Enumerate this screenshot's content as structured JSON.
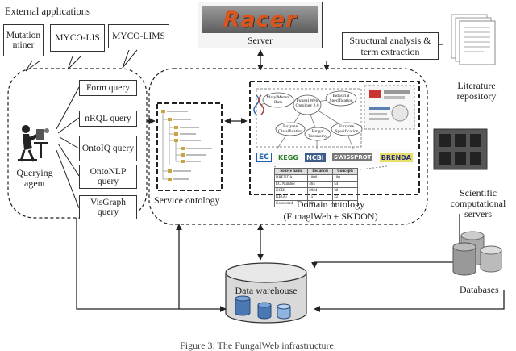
{
  "external": {
    "title": "External applications",
    "apps": [
      "Mutation miner",
      "MYCO-LIS",
      "MYCO-LIMS"
    ]
  },
  "agent": {
    "label": "Querying agent",
    "queries": [
      "Form query",
      "nRQL query",
      "OntoIQ query",
      "OntoNLP query",
      "VisGraph query"
    ]
  },
  "server": {
    "logo": "Racer",
    "label": "Server"
  },
  "structural": {
    "label": "Structural analysis & term extraction"
  },
  "literature": {
    "label": "Literature repository"
  },
  "service_ontology": {
    "label": "Service ontology"
  },
  "domain_ontology": {
    "label": "Domain ontology",
    "sub": "(FunaglWeb + SKDON)",
    "nodes": [
      "MarylMutant Ruts",
      "Fungal Web Ontology 2.0",
      "Industrial Specification",
      "Enzyme Classification",
      "Fungal Taxonomy",
      "Enzyme Specification"
    ],
    "logos": [
      "EC",
      "KEGG",
      "NCBI",
      "SWISSPROT",
      "BRENDA"
    ],
    "table_headers": [
      "Source name",
      "Instances",
      "Concepts"
    ],
    "table_rows": [
      [
        "BRENDA",
        "1000",
        "100"
      ],
      [
        "EC Number",
        "465",
        "54"
      ],
      [
        "NCBI",
        "2024",
        "38"
      ],
      [
        "KEGG",
        "157",
        "22"
      ],
      [
        "Connected",
        "800",
        "4"
      ]
    ]
  },
  "scientific": {
    "label": "Scientific computational servers"
  },
  "databases": {
    "label": "Databases"
  },
  "warehouse": {
    "label": "Data warehouse"
  },
  "caption": "Figure 3: The FungalWeb infrastructure."
}
